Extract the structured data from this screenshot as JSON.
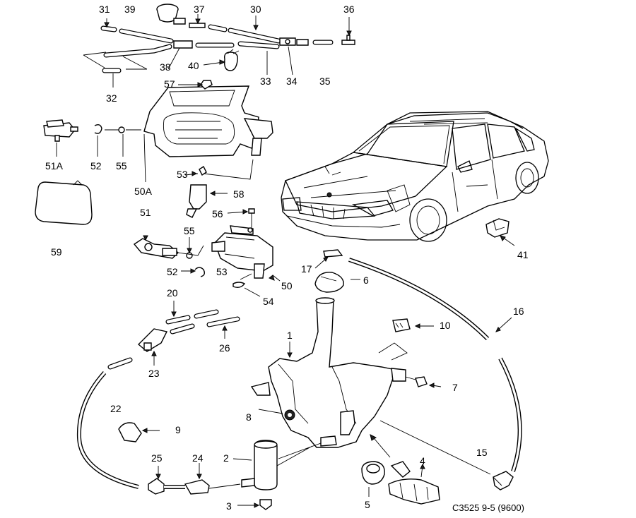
{
  "diagram_code": "C3525 9-5 (9600)",
  "labels": {
    "p1": "1",
    "p2": "2",
    "p3": "3",
    "p4": "4",
    "p5": "5",
    "p6": "6",
    "p7": "7",
    "p8": "8",
    "p9": "9",
    "p10": "10",
    "p15": "15",
    "p16": "16",
    "p17": "17",
    "p20": "20",
    "p22": "22",
    "p23": "23",
    "p24": "24",
    "p25": "25",
    "p26": "26",
    "p30": "30",
    "p31": "31",
    "p32": "32",
    "p33": "33",
    "p34": "34",
    "p35": "35",
    "p36": "36",
    "p37": "37",
    "p38": "38",
    "p39": "39",
    "p40": "40",
    "p41": "41",
    "p50": "50",
    "p50a": "50A",
    "p51": "51",
    "p51a": "51A",
    "p52a": "52",
    "p52b": "52",
    "p53a": "53",
    "p53b": "53",
    "p54": "54",
    "p55a": "55",
    "p55b": "55",
    "p56": "56",
    "p57": "57",
    "p58": "58",
    "p59": "59"
  }
}
